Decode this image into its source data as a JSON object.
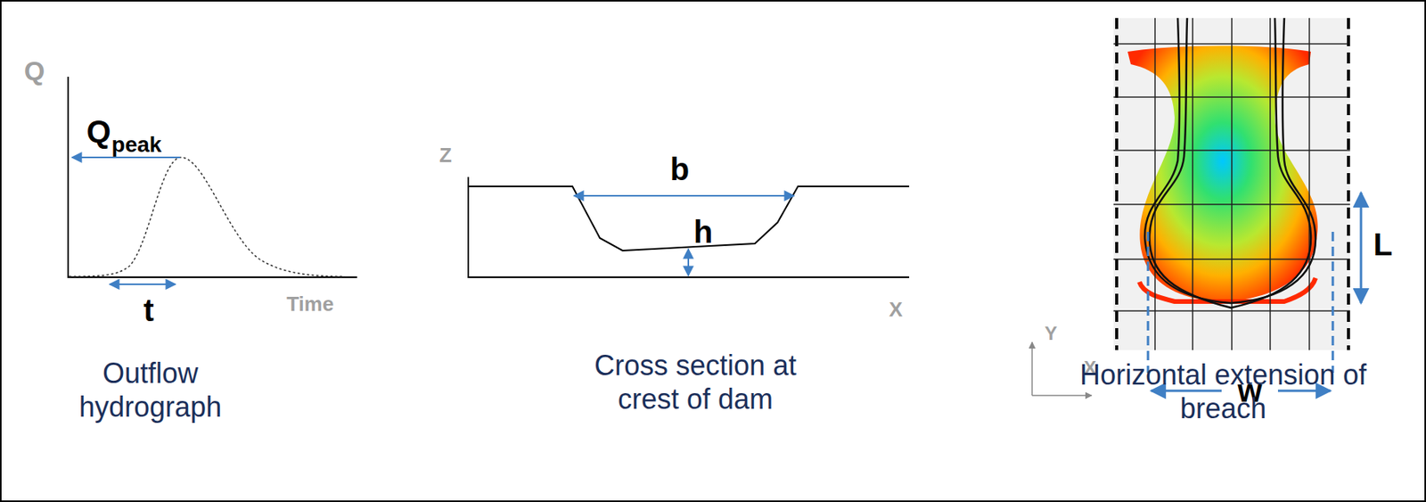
{
  "diagram": {
    "labels": [
      "Q",
      "Q",
      "peak",
      "t",
      "Time",
      "Outflow hydrograph",
      "Z",
      "b",
      "h",
      "X",
      "Cross section at crest of dam",
      "L",
      "Y",
      "X",
      "w",
      "Horizontal extension of breach"
    ]
  }
}
